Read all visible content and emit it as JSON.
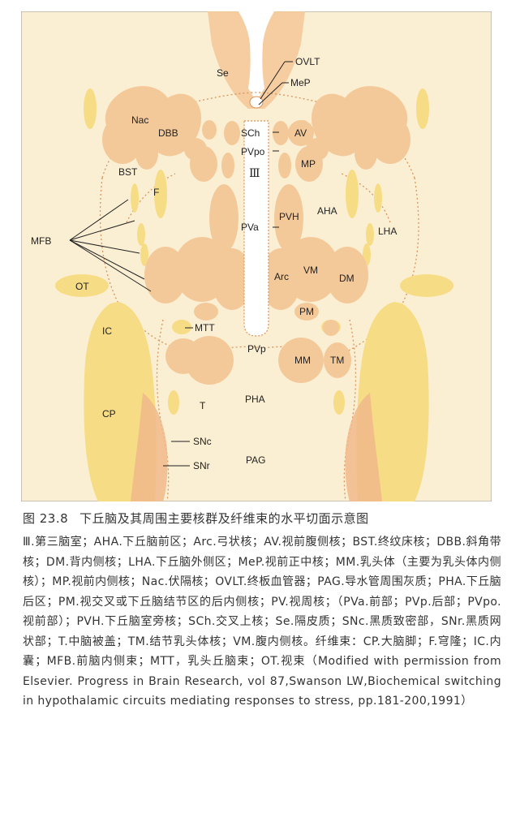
{
  "diagram": {
    "labels": {
      "se": "Se",
      "ovlt": "OVLT",
      "mep": "MeP",
      "nac": "Nac",
      "dbb": "DBB",
      "sch": "SCh",
      "av": "AV",
      "pvpo": "PVpo",
      "third_ventricle": "Ⅲ",
      "mp": "MP",
      "bst": "BST",
      "f": "F",
      "aha": "AHA",
      "pvh": "PVH",
      "pva": "PVa",
      "lha": "LHA",
      "mfb": "MFB",
      "arc": "Arc",
      "vm": "VM",
      "dm": "DM",
      "ot": "OT",
      "pm": "PM",
      "ic": "IC",
      "mtt": "MTT",
      "pvp": "PVp",
      "mm": "MM",
      "tm": "TM",
      "pha": "PHA",
      "t": "T",
      "cp": "CP",
      "snc": "SNc",
      "snr": "SNr",
      "pag": "PAG"
    },
    "colors": {
      "background": "#fbefd3",
      "nucleus_fill": "#f4c99a",
      "fiber_fill": "#f7dc86",
      "dotted_outline": "#d9945c",
      "ventricle": "#ffffff"
    }
  },
  "caption": {
    "number": "图 23.8",
    "title": "下丘脑及其周围主要核群及纤维束的水平切面示意图",
    "body": "Ⅲ.第三脑室；AHA.下丘脑前区；Arc.弓状核；AV.视前腹侧核；BST.终纹床核；DBB.斜角带核；DM.背内侧核；LHA.下丘脑外侧区；MeP.视前正中核；MM.乳头体（主要为乳头体内侧核）；MP.视前内侧核；Nac.伏隔核；OVLT.终板血管器；PAG.导水管周围灰质；PHA.下丘脑后区；PM.视交叉或下丘脑结节区的后内侧核；PV.视周核；（PVa.前部；PVp.后部；PVpo.视前部）；PVH.下丘脑室旁核；SCh.交叉上核；Se.隔皮质；SNc.黑质致密部，SNr.黑质网状部；T.中脑被盖；TM.结节乳头体核；VM.腹内侧核。纤维束：CP.大脑脚；F.穹隆；IC.内囊；MFB.前脑内侧束；MTT，乳头丘脑束；OT.视束（Modified with permission from Elsevier. Progress in Brain Research, vol 87,Swanson LW,Biochemical switching in hypothalamic circuits mediating responses to stress, pp.181-200,1991）"
  }
}
